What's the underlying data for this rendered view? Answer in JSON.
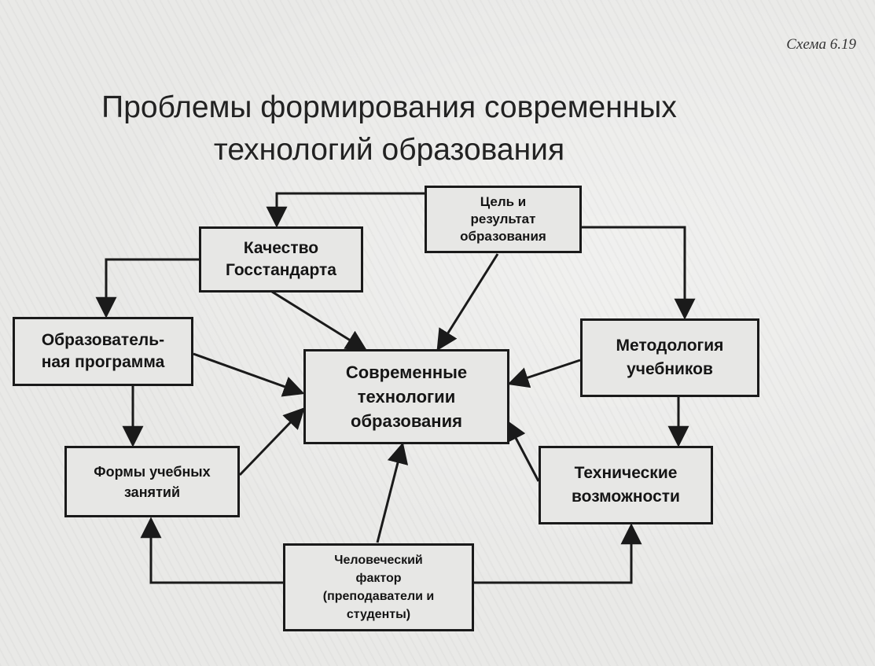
{
  "scheme_label": "Схема 6.19",
  "title": "Проблемы формирования современных\nтехнологий образования",
  "nodes": {
    "center": "Современные\nтехнологии\nобразования",
    "goal": "Цель и\nрезультат\nобразования",
    "quality": "Качество\nГосстандарта",
    "program": "Образователь-\nная программа",
    "methodology": "Методология\nучебников",
    "forms": "Формы учебных\nзанятий",
    "technical": "Технические\nвозможности",
    "human": "Человеческий\nфактор\n(преподаватели и\nстуденты)"
  }
}
